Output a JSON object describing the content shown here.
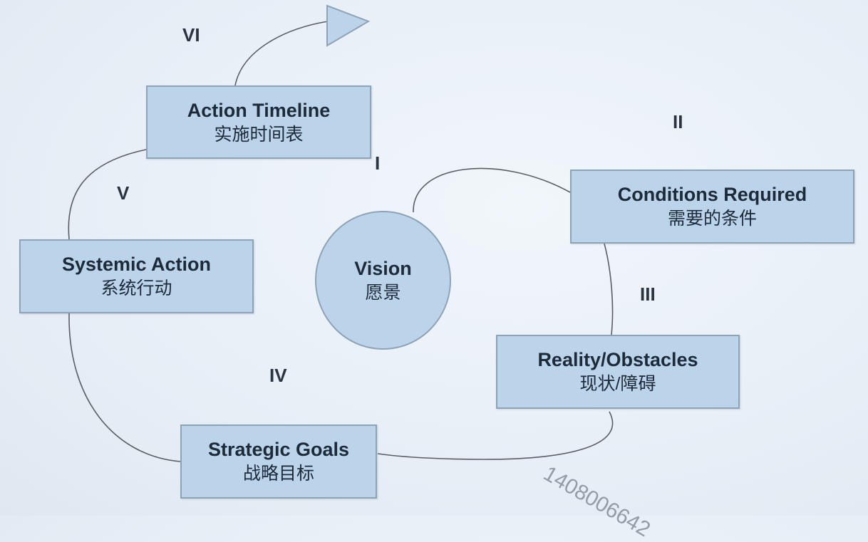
{
  "boxes": {
    "action_timeline": {
      "en": "Action Timeline",
      "zh": "实施时间表"
    },
    "conditions_required": {
      "en": "Conditions Required",
      "zh": "需要的条件"
    },
    "systemic_action": {
      "en": "Systemic Action",
      "zh": "系统行动"
    },
    "vision": {
      "en": "Vision",
      "zh": "愿景"
    },
    "reality_obstacles": {
      "en": "Reality/Obstacles",
      "zh": "现状/障碍"
    },
    "strategic_goals": {
      "en": "Strategic Goals",
      "zh": "战略目标"
    }
  },
  "numerals": {
    "i": "I",
    "ii": "II",
    "iii": "III",
    "iv": "IV",
    "v": "V",
    "vi": "VI"
  },
  "watermark": "1408006642"
}
